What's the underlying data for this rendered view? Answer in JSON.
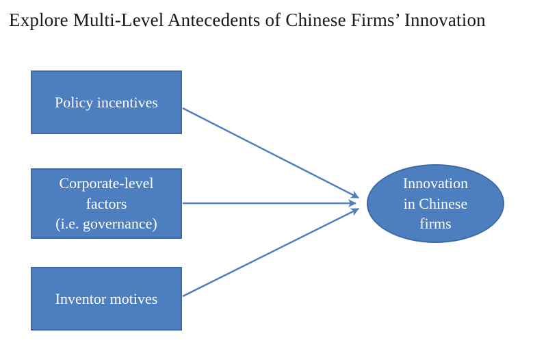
{
  "title": "Explore Multi-Level Antecedents of Chinese Firms’ Innovation",
  "diagram": {
    "boxes": [
      {
        "label": "Policy incentives"
      },
      {
        "label": "Corporate-level\nfactors\n(i.e. governance)"
      },
      {
        "label": "Inventor motives"
      }
    ],
    "ellipse": {
      "label": "Innovation\nin Chinese\nfirms"
    },
    "colors": {
      "shape_fill": "#4d7ebf",
      "shape_border": "#3d6aa5",
      "arrow": "#4d7ebf",
      "title_text": "#1a1a1a",
      "shape_text": "#ffffff"
    }
  }
}
